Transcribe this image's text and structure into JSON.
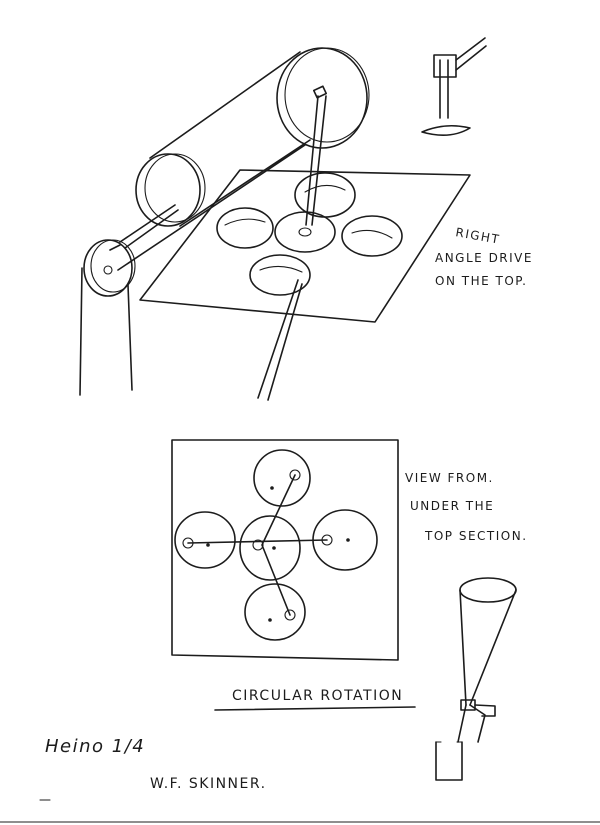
{
  "notes": {
    "right_angle_line1": "RIGHT",
    "right_angle_line2": "ANGLE DRIVE",
    "right_angle_line3": "ON THE TOP.",
    "view_line1": "VIEW FROM.",
    "view_line2": "UNDER THE",
    "view_line3": "TOP SECTION.",
    "circular": "CIRCULAR ROTATION",
    "signature": "W.F. SKINNER.",
    "author_mark": "Heino 1/4"
  }
}
